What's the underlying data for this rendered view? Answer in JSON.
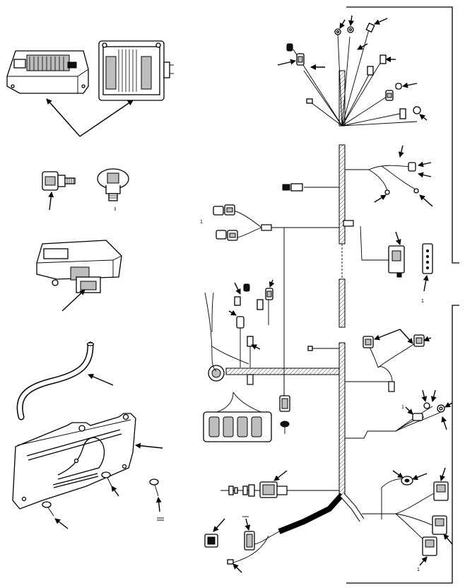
{
  "figure": {
    "callouts": [
      {
        "id": "c1",
        "text": "1"
      },
      {
        "id": "c2",
        "text": "1"
      },
      {
        "id": "c3",
        "text": "1"
      },
      {
        "id": "c4",
        "text": "1"
      }
    ]
  }
}
